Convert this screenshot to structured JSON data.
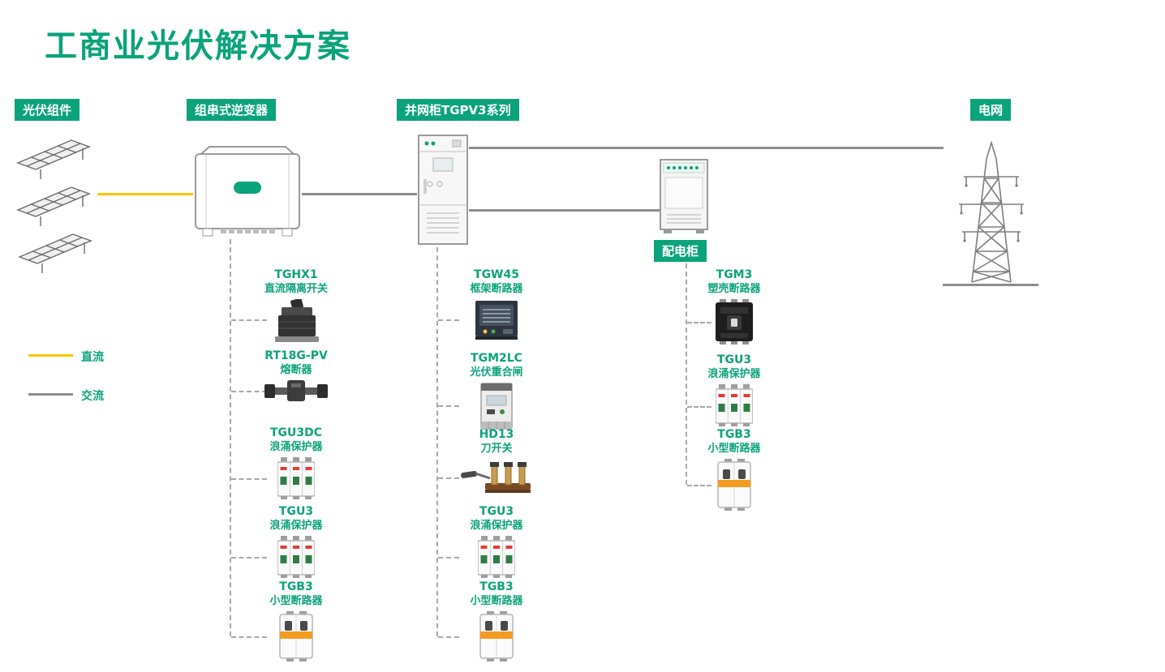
{
  "page": {
    "title": "工商业光伏解决方案"
  },
  "labels": {
    "pv_modules": "光伏组件",
    "string_inverter": "组串式逆变器",
    "grid_cabinet": "并网柜TGPV3系列",
    "grid": "电网",
    "distribution_cabinet": "配电柜"
  },
  "legend": {
    "dc_label": "直流",
    "ac_label": "交流"
  },
  "colors": {
    "accent_green": "#0ba37b",
    "dc_yellow": "#ffc400",
    "ac_gray": "#8d8d8d"
  },
  "columns": [
    {
      "id": "inverter-components",
      "items": [
        {
          "model": "TGHX1",
          "desc": "直流隔离开关"
        },
        {
          "model": "RT18G-PV",
          "desc": "熔断器"
        },
        {
          "model": "TGU3DC",
          "desc": "浪涌保护器"
        },
        {
          "model": "TGU3",
          "desc": "浪涌保护器"
        },
        {
          "model": "TGB3",
          "desc": "小型断路器"
        }
      ]
    },
    {
      "id": "grid-cabinet-components",
      "items": [
        {
          "model": "TGW45",
          "desc": "框架断路器"
        },
        {
          "model": "TGM2LC",
          "desc": "光伏重合闸"
        },
        {
          "model": "HD13",
          "desc": "刀开关"
        },
        {
          "model": "TGU3",
          "desc": "浪涌保护器"
        },
        {
          "model": "TGB3",
          "desc": "小型断路器"
        }
      ]
    },
    {
      "id": "distribution-cabinet-components",
      "items": [
        {
          "model": "TGM3",
          "desc": "塑壳断路器"
        },
        {
          "model": "TGU3",
          "desc": "浪涌保护器"
        },
        {
          "model": "TGB3",
          "desc": "小型断路器"
        }
      ]
    }
  ]
}
